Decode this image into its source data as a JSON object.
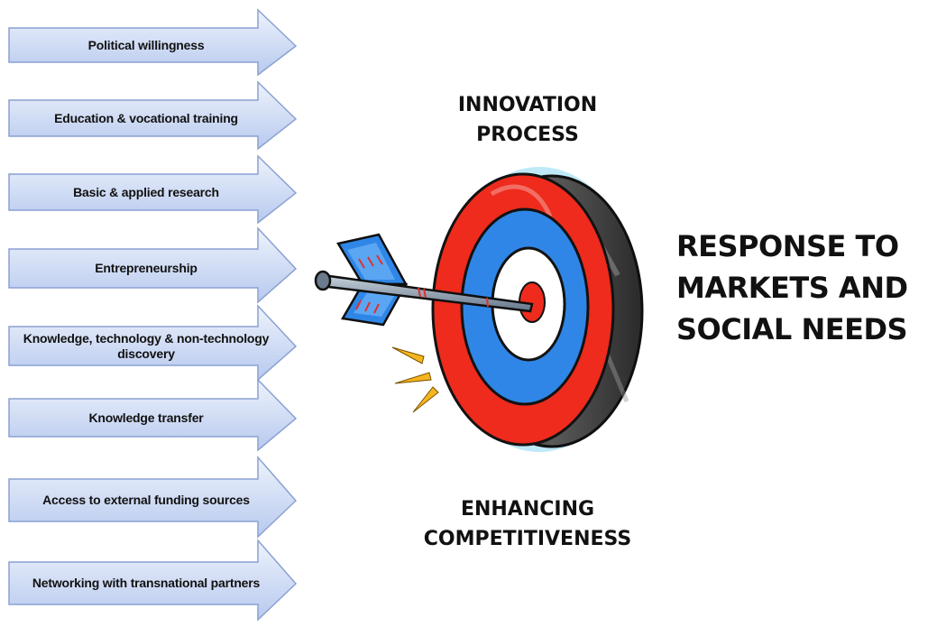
{
  "arrows": [
    {
      "label": "Political willingness"
    },
    {
      "label": "Education & vocational training"
    },
    {
      "label": "Basic & applied research"
    },
    {
      "label": "Entrepreneurship"
    },
    {
      "label": "Knowledge, technology & non-technology discovery"
    },
    {
      "label": "Knowledge transfer"
    },
    {
      "label": "Access to external funding sources"
    },
    {
      "label": "Networking with transnational partners"
    }
  ],
  "target": {
    "top_label": "INNOVATION PROCESS",
    "bottom_label": "ENHANCING COMPETITIVENESS",
    "right_label": "RESPONSE TO MARKETS AND SOCIAL NEEDS"
  },
  "colors": {
    "arrow_fill_light": "#eef3fc",
    "arrow_fill_dark": "#b7c9ee",
    "arrow_stroke": "#8aa1d3",
    "ring_red": "#ee2b1c",
    "ring_blue": "#2f86e6",
    "ring_white": "#ffffff",
    "target_side": "#3b3b3b",
    "burst": "#f5b51f"
  }
}
